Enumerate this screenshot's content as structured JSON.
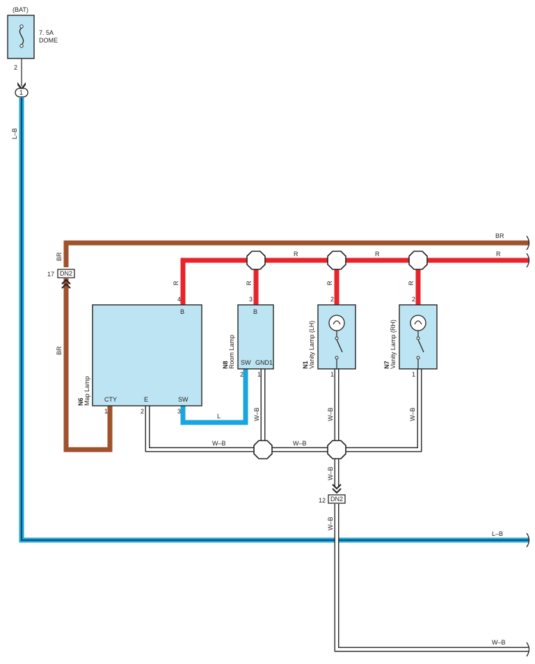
{
  "colors": {
    "red": "#e8232b",
    "brown": "#a0522d",
    "blue": "#19a6e0",
    "light_blue_fill": "#bde4f2",
    "white_black_core": "#ffffff",
    "outline": "#222222"
  },
  "fuse": {
    "source_label": "(BAT)",
    "rating": "7. 5A",
    "name": "DOME",
    "pin": "2",
    "connector_pin": "1"
  },
  "wires": {
    "l_b_top": "L–B",
    "l_b_right": "L–B",
    "br_top_right": "BR",
    "br_left_upper": "BR",
    "br_left_lower": "BR",
    "r_bus_1": "R",
    "r_bus_2": "R",
    "r_bus_3": "R",
    "r_map": "R",
    "r_room": "R",
    "r_vanity_lh": "R",
    "r_vanity_rh": "R",
    "l_map_room": "L",
    "wb_room": "W–B",
    "wb_vanity_lh": "W–B",
    "wb_vanity_rh": "W–B",
    "wb_ground_1": "W–B",
    "wb_ground_2": "W–B",
    "wb_down_1": "W–B",
    "wb_down_2": "W–B",
    "wb_bottom": "W–B"
  },
  "connectors": {
    "dn2_top": {
      "pin": "17",
      "name": "DN2"
    },
    "dn2_bottom": {
      "pin": "12",
      "name": "DN2"
    }
  },
  "components": {
    "map_lamp": {
      "code": "N6",
      "name": "Map Lamp",
      "terminal_b": "B",
      "terminal_cty": "CTY",
      "terminal_e": "E",
      "terminal_sw": "SW",
      "pin_b": "4",
      "pin_cty": "1",
      "pin_e": "2",
      "pin_sw": "3"
    },
    "room_lamp": {
      "code": "N8",
      "name": "Room Lamp",
      "terminal_b": "B",
      "terminal_sw": "SW",
      "terminal_gnd": "GND1",
      "pin_b": "3",
      "pin_sw": "2",
      "pin_gnd": "1"
    },
    "vanity_lh": {
      "code": "N1",
      "name": "Vanity Lamp (LH)",
      "pin_top": "2",
      "pin_bottom": "1"
    },
    "vanity_rh": {
      "code": "N7",
      "name": "Vanity Lamp (RH)",
      "pin_top": "2",
      "pin_bottom": "1"
    }
  }
}
